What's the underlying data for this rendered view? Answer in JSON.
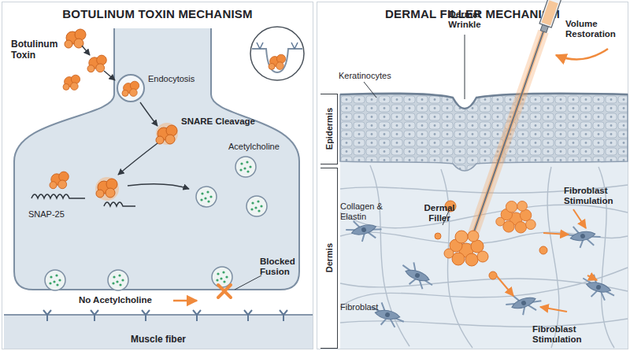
{
  "diagram": {
    "nodes": [
      {
        "text": [
          "BOTULINUM TOXIN MECHANISM"
        ]
      },
      {
        "text": [
          "Muscle fiber"
        ],
        "in": 0
      },
      {
        "text": [
          "DERMAL FILLER MECHANISM"
        ]
      },
      {
        "text": [
          "Epidermis"
        ],
        "in": 2
      },
      {
        "text": [
          "Dermis"
        ],
        "in": 2
      }
    ],
    "labels": [
      "Botulinum Toxin",
      "Endocytosis",
      "SNARE Cleavage",
      "Acetylcholine",
      "SNAP-25",
      "Blocked Fusion",
      "No Acetylcholine",
      "Keratinocytes",
      "Dermal Wrinkle",
      "Volume Restoration",
      "Collagen & Elastin",
      "Dermal Filler",
      "Fibroblast Stimulation",
      "Fibroblast",
      "Fibroblast Stimulation"
    ]
  }
}
